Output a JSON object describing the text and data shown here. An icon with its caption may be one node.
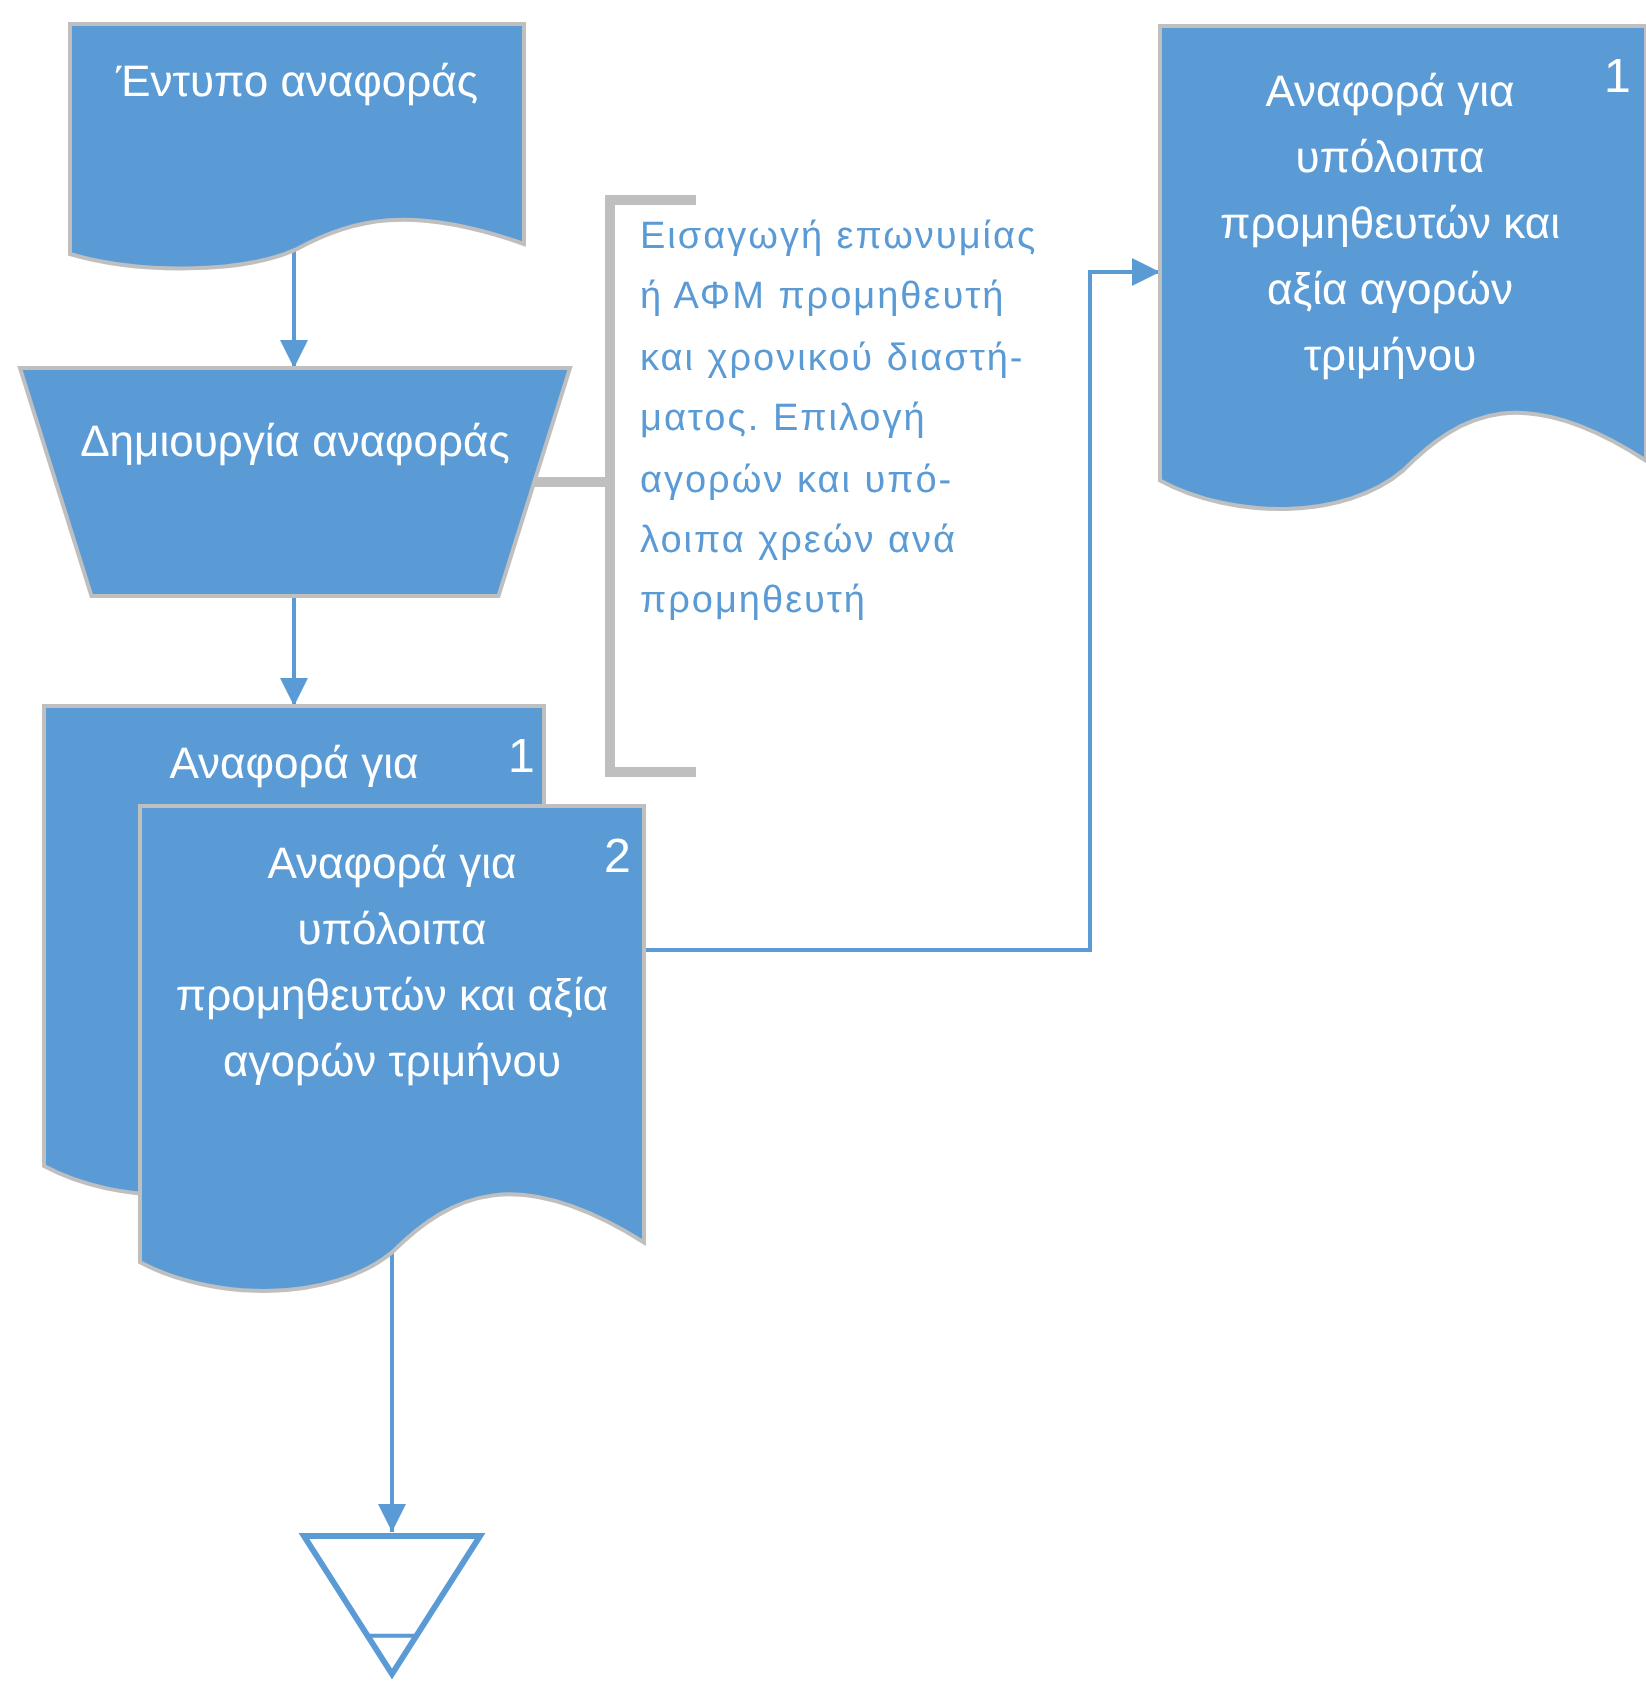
{
  "diagram": {
    "nodes": [
      {
        "text": [
          "Έντυπο αναφοράς"
        ]
      },
      {
        "text": [
          "Δημιουργία αναφοράς"
        ]
      },
      {
        "text": [
          "Εισαγωγή επωνυμίας ή ΑΦΜ προμηθευτή και χρονικού διαστή- ματος. Επιλογή αγορών και υπό- λοιπα χρεών ανά προμηθευτή"
        ]
      },
      {
        "text": [
          "Αναφορά για",
          "1"
        ]
      },
      {
        "text": [
          "Αναφορά για υπόλοιπα προμηθευτών και αξία αγορών τριμήνου",
          "2"
        ]
      },
      {
        "text": [
          "Αναφορά για υπόλοιπα προμηθευτών και αξία αγορών τριμήνου",
          "1"
        ]
      },
      {
        "text": [],
        "shape": "triangle"
      }
    ],
    "edges": [
      {
        "from": 0,
        "to": 1,
        "arrow": "to"
      },
      {
        "from": 1,
        "to": 2,
        "arrow": "none",
        "color": "#bfbfbf",
        "style": "thick"
      },
      {
        "from": 1,
        "to": 3,
        "arrow": "to"
      },
      {
        "from": 4,
        "to": 5,
        "arrow": "to"
      },
      {
        "from": 4,
        "to": 6,
        "arrow": "to"
      }
    ]
  }
}
